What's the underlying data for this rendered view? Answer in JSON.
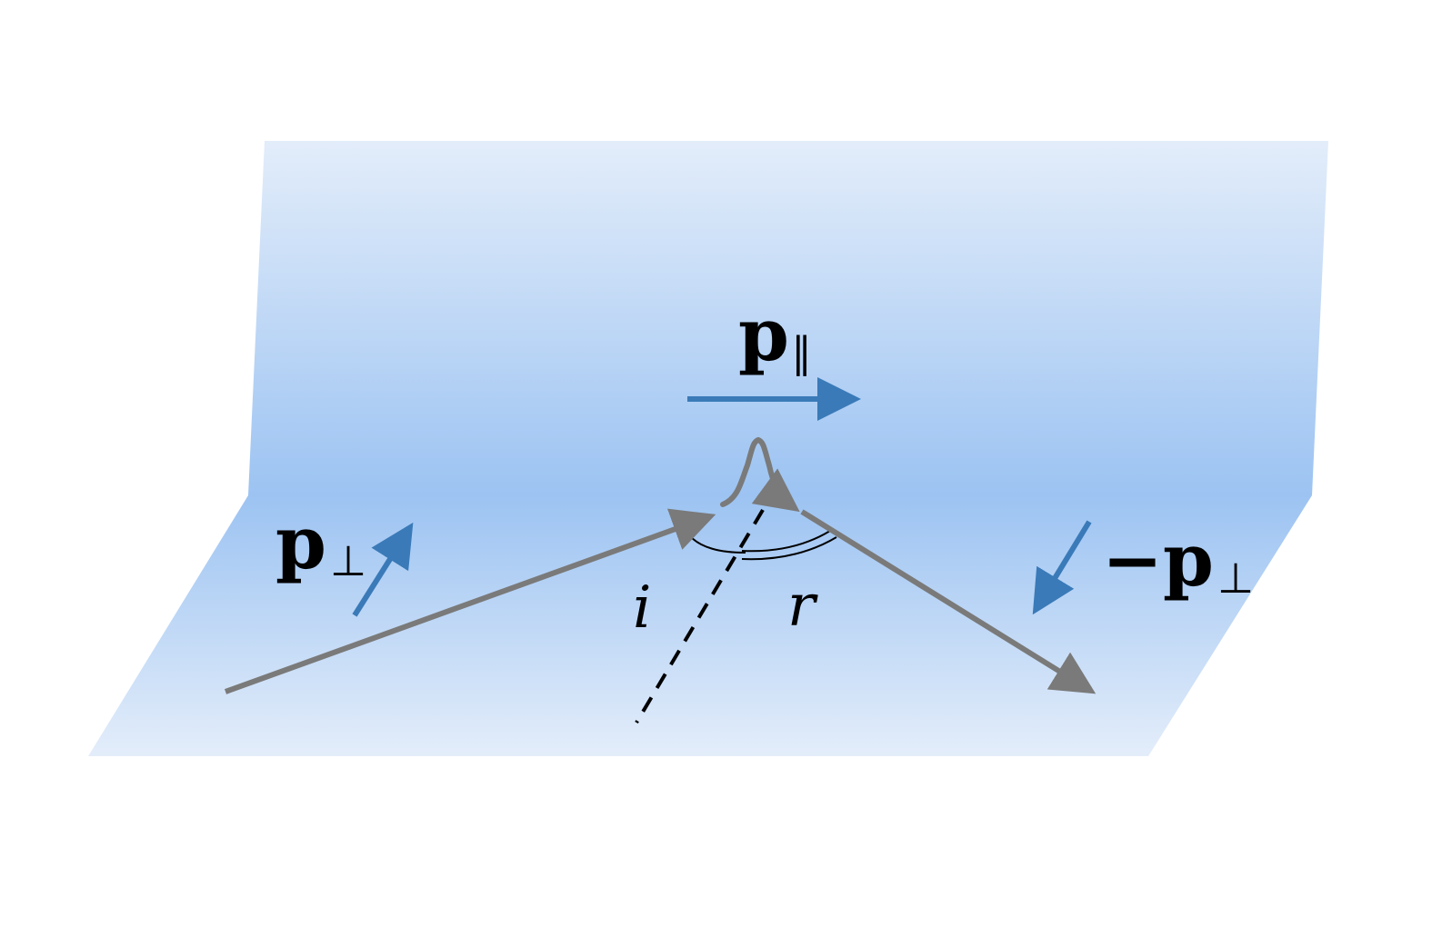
{
  "labels": {
    "p_parallel_main": "p",
    "p_parallel_sub": "∥",
    "p_perp_left_main": "p",
    "p_perp_left_sub": "⊥",
    "p_perp_right_main": "−p",
    "p_perp_right_sub": "⊥",
    "incidence_angle": "i",
    "reflection_angle": "r"
  },
  "colors": {
    "plane_top": "#e3edfa",
    "plane_mid": "#9cc3f2",
    "ray": "#7a7a7a",
    "momentum_arrow": "#3a7ab8",
    "normal_line": "#000000"
  }
}
